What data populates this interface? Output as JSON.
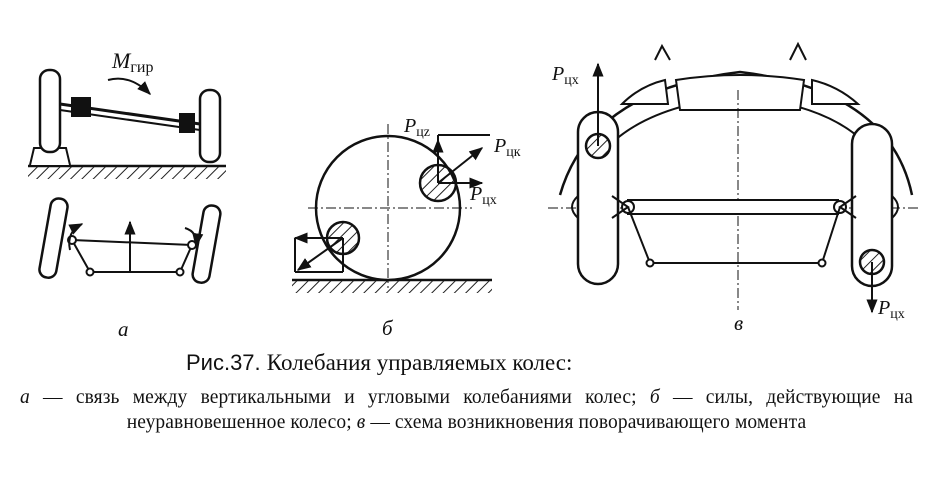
{
  "figure": {
    "panel_a": {
      "label": "а",
      "moment": {
        "symbol": "M",
        "subscript": "гир"
      }
    },
    "panel_b": {
      "label": "б",
      "forces": [
        {
          "symbol": "P",
          "subscript": "цz"
        },
        {
          "symbol": "P",
          "subscript": "цк"
        },
        {
          "symbol": "P",
          "subscript": "цх"
        }
      ]
    },
    "panel_c": {
      "label": "в",
      "forces": [
        {
          "symbol": "P",
          "subscript": "цх"
        },
        {
          "symbol": "P",
          "subscript": "цх"
        }
      ]
    }
  },
  "caption": {
    "number": "Рис.37.",
    "title": "Колебания управляемых колес:",
    "items": [
      {
        "marker": "а",
        "text": " — связь между вертикальными и угловыми колебаниями колес; "
      },
      {
        "marker": "б",
        "text": " — силы, действующие на неуравновешенное колесо; "
      },
      {
        "marker": "в",
        "text": " — схема возникновения поворачивающего момента"
      }
    ]
  }
}
